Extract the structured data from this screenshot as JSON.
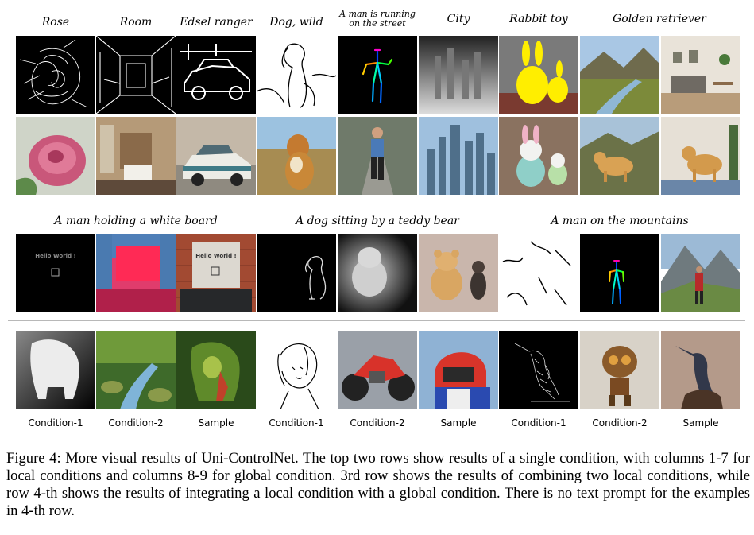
{
  "row1_labels": [
    "Rose",
    "Room",
    "Edsel ranger",
    "Dog, wild",
    "A man is running on the street",
    "City",
    "Rabbit toy",
    "Golden retriever"
  ],
  "row3_labels": [
    "A man holding a white board",
    "A dog sitting by a teddy bear",
    "A man on the mountains"
  ],
  "hello_text": "Hello World !",
  "row4_captions": [
    "Condition-1",
    "Condition-2",
    "Sample",
    "Condition-1",
    "Condition-2",
    "Sample",
    "Condition-1",
    "Condition-2",
    "Sample"
  ],
  "figure_caption": "Figure 4: More visual results of Uni-ControlNet. The top two rows show results of a single condition, with columns 1-7 for local conditions and columns 8-9 for global condition. 3rd row shows the results of combining two local conditions, while row 4-th shows the results of integrating a local condition with a global condition. There is no text prompt for the examples in 4-th row."
}
